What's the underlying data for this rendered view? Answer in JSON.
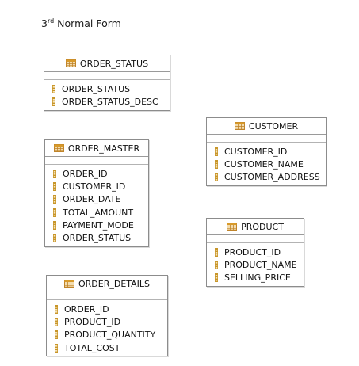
{
  "page": {
    "title_prefix": "3",
    "title_sup": "rd",
    "title_rest": " Normal Form"
  },
  "colors": {
    "table_border": "#8c8c8c",
    "table_icon": "#d89a2a",
    "column_icon": "#c8962a"
  },
  "entities": {
    "order_status": {
      "name": "ORDER_STATUS",
      "columns": [
        "ORDER_STATUS",
        "ORDER_STATUS_DESC"
      ]
    },
    "order_master": {
      "name": "ORDER_MASTER",
      "columns": [
        "ORDER_ID",
        "CUSTOMER_ID",
        "ORDER_DATE",
        "TOTAL_AMOUNT",
        "PAYMENT_MODE",
        "ORDER_STATUS"
      ]
    },
    "order_details": {
      "name": "ORDER_DETAILS",
      "columns": [
        "ORDER_ID",
        "PRODUCT_ID",
        "PRODUCT_QUANTITY",
        "TOTAL_COST"
      ]
    },
    "customer": {
      "name": "CUSTOMER",
      "columns": [
        "CUSTOMER_ID",
        "CUSTOMER_NAME",
        "CUSTOMER_ADDRESS"
      ]
    },
    "product": {
      "name": "PRODUCT",
      "columns": [
        "PRODUCT_ID",
        "PRODUCT_NAME",
        "SELLING_PRICE"
      ]
    }
  }
}
